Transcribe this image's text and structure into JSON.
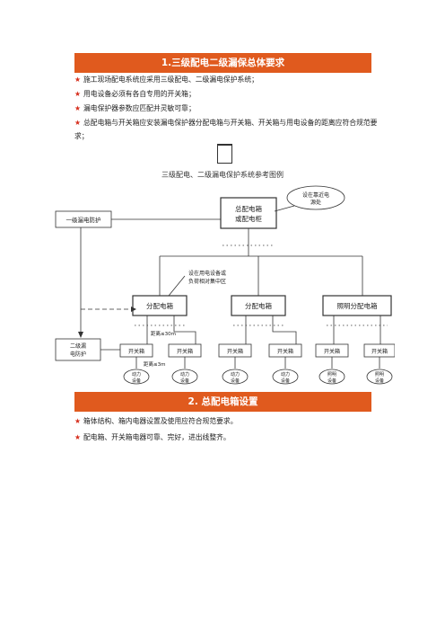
{
  "section1": {
    "title": "1.三级配电二级漏保总体要求",
    "bullets": [
      "施工现场配电系统应采用三级配电、二级漏电保护系统；",
      "用电设备必须有各自专用的开关箱；",
      "漏电保护器参数应匹配并灵敏可靠；",
      "总配电箱与开关箱应安装漏电保护器分配电箱与开关箱、开关箱与用电设备的距离应符合规范要求；"
    ],
    "caption": "三级配电、二级漏电保护系统参考图例"
  },
  "diagram": {
    "main_box": [
      "总配电箱",
      "或配电柜"
    ],
    "callout": [
      "设在靠近电",
      "源处"
    ],
    "level1": "一级漏电防护",
    "note_dist": [
      "设在用电设备或",
      "负荷相对集中区"
    ],
    "dist_boxes": [
      "分配电箱",
      "分配电箱",
      "照明分配电箱"
    ],
    "dist_limit": "距离≤30m",
    "level2": [
      "二级漏",
      "电防护"
    ],
    "switch_label": "开关箱",
    "switch_limit": "距离≤3m",
    "devices": [
      [
        "动力",
        "设备"
      ],
      [
        "动力",
        "设备"
      ],
      [
        "动力",
        "设备"
      ],
      [
        "动力",
        "设备"
      ],
      [
        "照明",
        "设备"
      ],
      [
        "照明",
        "设备"
      ]
    ]
  },
  "section2": {
    "title": "2.  总配电箱设置",
    "bullets": [
      "箱体结构、箱内电器设置及使用应符合规范要求。",
      "配电箱、开关箱电器可靠、完好，进出线整齐。"
    ]
  },
  "colors": {
    "banner": "#e05a1e",
    "star": "#d7301f"
  },
  "icons": {
    "bullet": "star-icon"
  }
}
